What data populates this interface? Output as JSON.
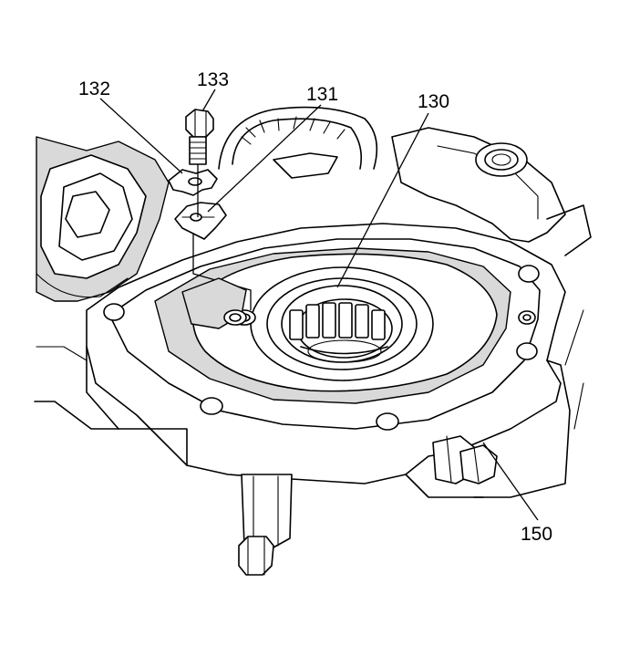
{
  "callouts": {
    "c132": "132",
    "c133": "133",
    "c131": "131",
    "c130": "130",
    "c150": "150"
  },
  "colors": {
    "line": "#000000",
    "shade": "#d9d9d9",
    "background": "#ffffff"
  }
}
